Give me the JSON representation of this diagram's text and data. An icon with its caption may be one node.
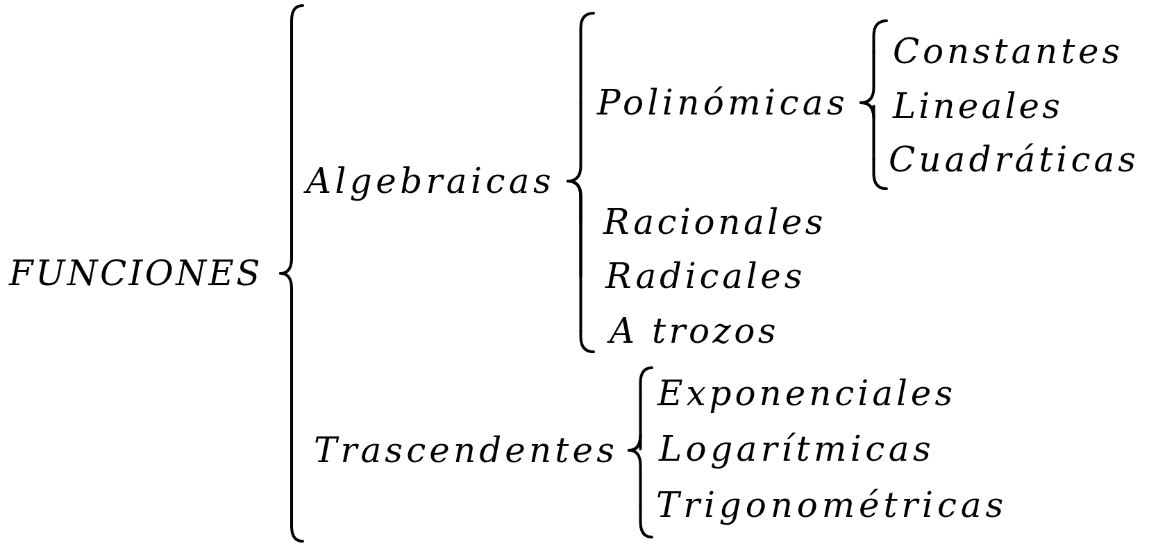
{
  "diagram": {
    "nodes": [
      {
        "text": [
          "FUNCIONES"
        ]
      },
      {
        "text": [
          "Algebraicas"
        ]
      },
      {
        "text": [
          "Polinómicas"
        ]
      },
      {
        "text": [
          "Constantes"
        ]
      },
      {
        "text": [
          "Lineales"
        ]
      },
      {
        "text": [
          "Cuadráticas"
        ]
      },
      {
        "text": [
          "Racionales"
        ]
      },
      {
        "text": [
          "Radicales"
        ]
      },
      {
        "text": [
          "A trozos"
        ]
      },
      {
        "text": [
          "Trascendentes"
        ]
      },
      {
        "text": [
          "Exponenciales"
        ]
      },
      {
        "text": [
          "Logarítmicas"
        ]
      },
      {
        "text": [
          "Trigonométricas"
        ]
      }
    ],
    "edges": [
      {
        "from": 0,
        "to": 1,
        "arrow": "none"
      },
      {
        "from": 0,
        "to": 9,
        "arrow": "none"
      },
      {
        "from": 1,
        "to": 2,
        "arrow": "none"
      },
      {
        "from": 1,
        "to": 6,
        "arrow": "none"
      },
      {
        "from": 1,
        "to": 7,
        "arrow": "none"
      },
      {
        "from": 1,
        "to": 8,
        "arrow": "none"
      },
      {
        "from": 2,
        "to": 3,
        "arrow": "none"
      },
      {
        "from": 2,
        "to": 4,
        "arrow": "none"
      },
      {
        "from": 2,
        "to": 5,
        "arrow": "none"
      },
      {
        "from": 9,
        "to": 10,
        "arrow": "none"
      },
      {
        "from": 9,
        "to": 11,
        "arrow": "none"
      },
      {
        "from": 9,
        "to": 12,
        "arrow": "none"
      }
    ]
  }
}
